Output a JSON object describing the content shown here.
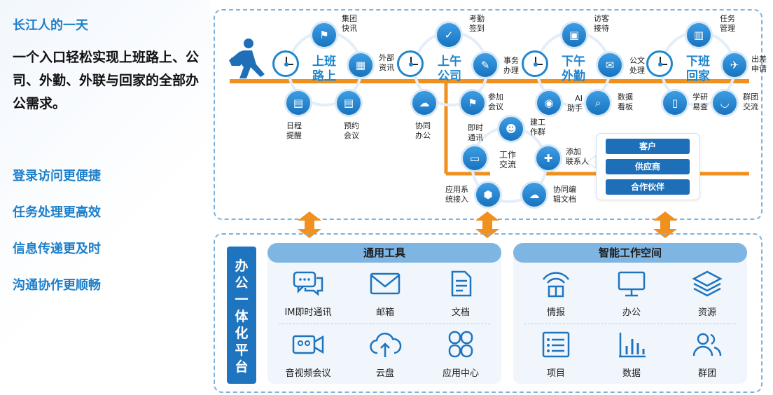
{
  "left": {
    "title": "长江人的一天",
    "description": "一个入口轻松实现上班路上、公司、外勤、外联与回家的全部办公需求。",
    "features": [
      "登录访问更便捷",
      "任务处理更高效",
      "信息传递更及时",
      "沟通协作更顺畅"
    ]
  },
  "flow": {
    "hubs": [
      "上班\n路上",
      "上午\n公司",
      "下午\n外勤",
      "下班\n回家"
    ],
    "nodes": [
      {
        "label": "集团\n快讯",
        "icon": "people-icon"
      },
      {
        "label": "外部\n资讯",
        "icon": "calendar-icon"
      },
      {
        "label": "预约\n会议",
        "icon": "document-icon"
      },
      {
        "label": "日程\n提醒",
        "icon": "document-icon"
      },
      {
        "label": "考勤\n签到",
        "icon": "checkin-icon"
      },
      {
        "label": "事务\n办理",
        "icon": "edit-icon"
      },
      {
        "label": "参加\n会议",
        "icon": "people-icon"
      },
      {
        "label": "协同\n办公",
        "icon": "cloud-icon"
      },
      {
        "label": "访客\n接待",
        "icon": "briefcase-icon"
      },
      {
        "label": "公文\n处理",
        "icon": "mail-icon"
      },
      {
        "label": "数据\n看板",
        "icon": "chart-search-icon"
      },
      {
        "label": "AI\n助手",
        "icon": "ai-icon"
      },
      {
        "label": "任务\n管理",
        "icon": "clipboard-icon"
      },
      {
        "label": "出差\n申请",
        "icon": "plane-icon"
      },
      {
        "label": "群团\n交流",
        "icon": "chat-icon"
      },
      {
        "label": "学研\n易查",
        "icon": "book-icon"
      }
    ],
    "work_exchange": {
      "center": "工作\n交流",
      "nodes": [
        {
          "label": "建工\n作群",
          "icon": "group-icon"
        },
        {
          "label": "添加\n联系人",
          "icon": "add-contact-icon"
        },
        {
          "label": "协同编\n辑文档",
          "icon": "cloud-doc-icon"
        },
        {
          "label": "应用系\n统接入",
          "icon": "box-icon"
        },
        {
          "label": "即时\n通讯",
          "icon": "message-icon"
        }
      ]
    },
    "contacts": [
      "客户",
      "供应商",
      "合作伙伴"
    ]
  },
  "platform": {
    "side_label": "办公一体化平台",
    "general_tools": {
      "title": "通用工具",
      "items": [
        {
          "label": "IM即时通讯",
          "icon": "chat-bubbles-icon"
        },
        {
          "label": "邮箱",
          "icon": "envelope-icon"
        },
        {
          "label": "文档",
          "icon": "file-icon"
        },
        {
          "label": "音视频会议",
          "icon": "video-icon"
        },
        {
          "label": "云盘",
          "icon": "cloud-upload-icon"
        },
        {
          "label": "应用中心",
          "icon": "apps-icon"
        }
      ]
    },
    "smart_space": {
      "title": "智能工作空间",
      "items": [
        {
          "label": "情报",
          "icon": "radar-icon"
        },
        {
          "label": "办公",
          "icon": "monitor-icon"
        },
        {
          "label": "资源",
          "icon": "layers-icon"
        },
        {
          "label": "项目",
          "icon": "list-icon"
        },
        {
          "label": "数据",
          "icon": "bar-chart-icon"
        },
        {
          "label": "群团",
          "icon": "users-icon"
        }
      ]
    }
  },
  "colors": {
    "primary": "#1f86cf",
    "accent_orange": "#f0901e",
    "dark_blue": "#1f6fb8",
    "light_blue": "#7fb5e2"
  }
}
